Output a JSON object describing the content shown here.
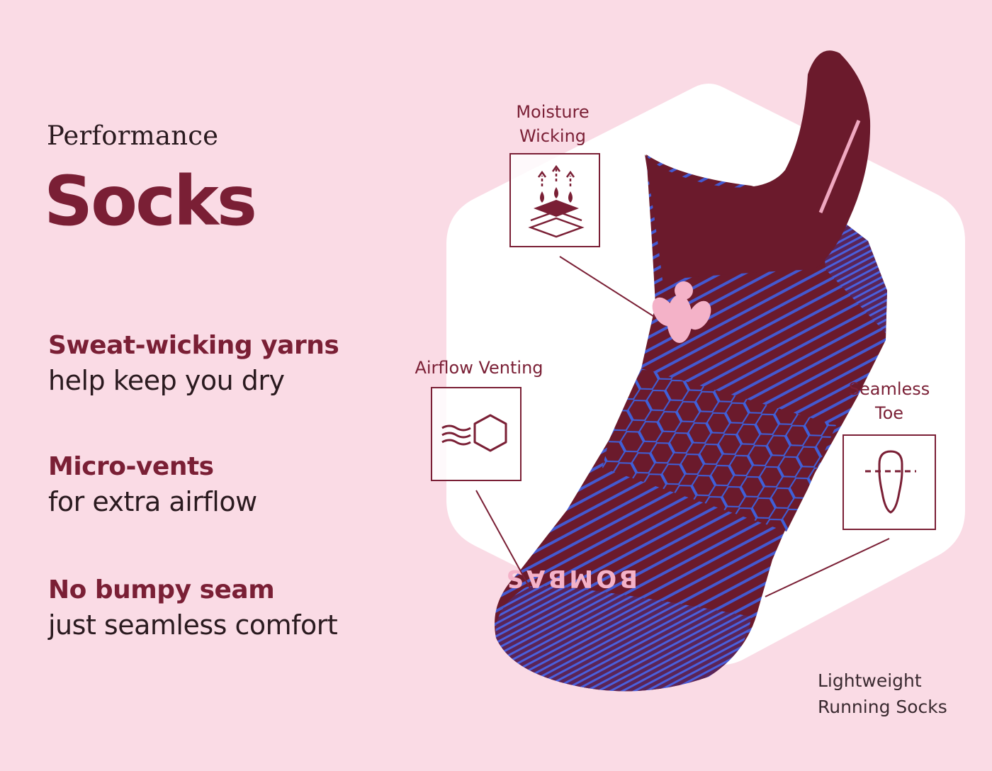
{
  "heading": {
    "eyebrow": "Performance",
    "title": "Socks"
  },
  "features": [
    {
      "bold": "Sweat-wicking yarns",
      "light": "help keep you dry"
    },
    {
      "bold": "Micro-vents",
      "light": "for extra airflow"
    },
    {
      "bold": "No bumpy seam",
      "light": "just seamless comfort"
    }
  ],
  "callouts": {
    "moisture": {
      "line1": "Moisture",
      "line2": "Wicking",
      "icon": "moisture-drops-icon"
    },
    "airflow": {
      "label": "Airflow Venting",
      "icon": "airflow-hexagon-icon"
    },
    "seamless": {
      "line1": "Seamless",
      "line2": "Toe",
      "icon": "seamless-toe-icon"
    }
  },
  "product": {
    "caption_line1": "Lightweight",
    "caption_line2": "Running Socks",
    "brand": "BOMBAS"
  },
  "colors": {
    "background": "#fadbe5",
    "accent": "#7a1f35",
    "sock_body": "#6b1a2c",
    "sock_stripe": "#3f5fd8",
    "hexagon": "#ffffff"
  }
}
